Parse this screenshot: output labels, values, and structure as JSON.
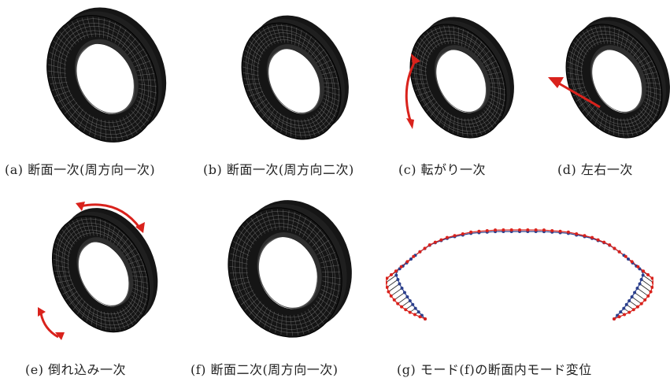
{
  "figure": {
    "panels": [
      {
        "id": "a",
        "caption": "(a) 断面一次(周方向一次)",
        "mode_icon": "none"
      },
      {
        "id": "b",
        "caption": "(b) 断面一次(周方向二次)",
        "mode_icon": "none"
      },
      {
        "id": "c",
        "caption": "(c) 転がり一次",
        "mode_icon": "rotation-arrow"
      },
      {
        "id": "d",
        "caption": "(d) 左右一次",
        "mode_icon": "lateral-arrow"
      },
      {
        "id": "e",
        "caption": "(e) 倒れ込み一次",
        "mode_icon": "tilt-arrows"
      },
      {
        "id": "f",
        "caption": "(f) 断面二次(周方向一次)",
        "mode_icon": "none"
      },
      {
        "id": "g",
        "caption": "(g) モード(f)の断面内モード変位",
        "mode_icon": "none"
      }
    ],
    "colors": {
      "tire_dark": "#151515",
      "tire_mesh": "#9a9a9a",
      "arrow": "#d9221c",
      "deformed": "#d9221c",
      "undeformed": "#2b3f8c",
      "connector": "#222222"
    }
  }
}
